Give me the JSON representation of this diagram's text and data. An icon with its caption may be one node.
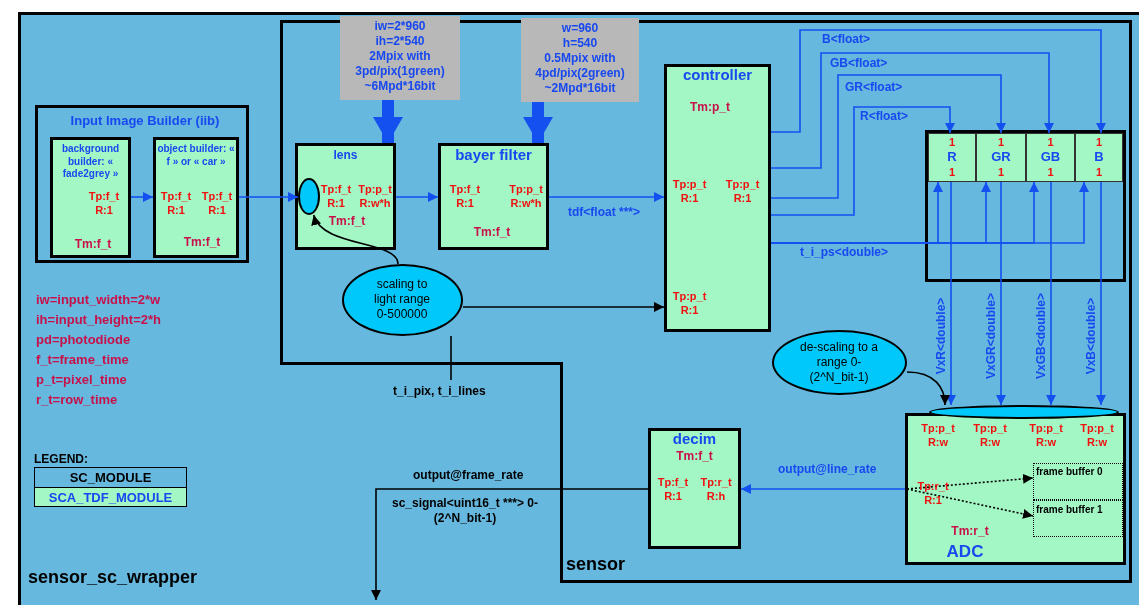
{
  "diagram": {
    "nodes": [
      {
        "text": [
          "sensor_sc_wrapper"
        ]
      },
      {
        "text": [
          "Input Image Builder (iib)"
        ],
        "in": 0
      },
      {
        "text": [
          "background builder: « fade2grey »",
          "Tp:f_t R:1",
          "Tm:f_t"
        ],
        "in": 1
      },
      {
        "text": [
          "object builder: « f » or « car »",
          "Tp:f_t R:1",
          "Tp:f_t R:1",
          "Tm:f_t"
        ],
        "in": 1
      },
      {
        "text": [
          "sensor"
        ],
        "in": 0
      },
      {
        "text": [
          "iw=2*960",
          "ih=2*540",
          "2Mpix with 3pd/pix(1green)",
          "~6Mpd*16bit"
        ],
        "in": 4
      },
      {
        "text": [
          "w=960",
          "h=540",
          "0.5Mpix with 4pd/pix(2green)",
          "~2Mpd*16bit"
        ],
        "in": 4
      },
      {
        "text": [
          "lens",
          "Tp:f_t R:1",
          "Tp:p_t R:w*h",
          "Tm:f_t"
        ],
        "in": 4
      },
      {
        "text": [],
        "shape": "circle",
        "in": 7
      },
      {
        "text": [
          "bayer filter",
          "Tp:f_t R:1",
          "Tp:p_t R:w*h",
          "Tm:f_t"
        ],
        "in": 4
      },
      {
        "text": [
          "controller",
          "Tm:p_t",
          "Tp:p_t R:1",
          "Tp:p_t R:1",
          "Tp:p_t R:1"
        ],
        "in": 4
      },
      {
        "text": [
          "scaling to light range 0-500000"
        ],
        "in": 4
      },
      {
        "text": [],
        "shape": "box",
        "in": 4
      },
      {
        "text": [
          "1",
          "R",
          "1"
        ],
        "in": 12
      },
      {
        "text": [
          "1",
          "GR",
          "1"
        ],
        "in": 12
      },
      {
        "text": [
          "1",
          "GB",
          "1"
        ],
        "in": 12
      },
      {
        "text": [
          "1",
          "B",
          "1"
        ],
        "in": 12
      },
      {
        "text": [
          "de-scaling to a range 0-(2^N_bit-1)"
        ],
        "in": 4
      },
      {
        "text": [
          "Tp:p_t R:w",
          "Tp:p_t R:w",
          "Tp:p_t R:w",
          "Tp:p_t R:w",
          "Tp:r_t R:1",
          "Tm:r_t",
          "ADC"
        ],
        "in": 4
      },
      {
        "text": [],
        "shape": "circle",
        "in": 4
      },
      {
        "text": [
          "frame buffer 0"
        ],
        "in": 18
      },
      {
        "text": [
          "frame buffer 1"
        ],
        "in": 18
      },
      {
        "text": [
          "decim",
          "Tm:f_t",
          "Tp:f_t R:1",
          "Tp:r_t R:h"
        ],
        "in": 4
      }
    ],
    "edges": [
      {
        "from": 2,
        "to": 3,
        "arrow": "to"
      },
      {
        "from": 3,
        "to": 8,
        "arrow": "to"
      },
      {
        "from": 7,
        "to": 9,
        "arrow": "to"
      },
      {
        "from": 9,
        "to": 10,
        "arrow": "to",
        "label": "tdf<float ***>"
      },
      {
        "from": 11,
        "to": 8,
        "arrow": "to",
        "color": "#000000"
      },
      {
        "from": 11,
        "to": 10,
        "arrow": "to",
        "color": "#000000"
      },
      {
        "from": 11,
        "to": null,
        "arrow": "none",
        "label": "t_i_pix, t_i_lines",
        "color": "#000000"
      },
      {
        "from": 10,
        "to": 16,
        "arrow": "to",
        "label": "B<float>"
      },
      {
        "from": 10,
        "to": 15,
        "arrow": "to",
        "label": "GB<float>"
      },
      {
        "from": 10,
        "to": 14,
        "arrow": "to",
        "label": "GR<float>"
      },
      {
        "from": 10,
        "to": 13,
        "arrow": "to",
        "label": "R<float>"
      },
      {
        "from": 10,
        "to": 13,
        "arrow": "to",
        "label": "t_i_ps<double>"
      },
      {
        "from": 10,
        "to": 14,
        "arrow": "to"
      },
      {
        "from": 10,
        "to": 15,
        "arrow": "to"
      },
      {
        "from": 10,
        "to": 16,
        "arrow": "to"
      },
      {
        "from": 13,
        "to": 19,
        "arrow": "to",
        "label": "VxR<double>"
      },
      {
        "from": 14,
        "to": 19,
        "arrow": "to",
        "label": "VxGR<double>"
      },
      {
        "from": 15,
        "to": 19,
        "arrow": "to",
        "label": "VxGB<double>"
      },
      {
        "from": 16,
        "to": 19,
        "arrow": "to",
        "label": "VxB<double>"
      },
      {
        "from": 17,
        "to": 19,
        "arrow": "to",
        "color": "#000000"
      },
      {
        "from": 18,
        "to": 22,
        "arrow": "to",
        "label": "output@line_rate"
      },
      {
        "from": 22,
        "to": null,
        "arrow": "to",
        "label": "output@frame_rate",
        "color": "#000000"
      },
      {
        "from": null,
        "to": 20,
        "arrow": "to",
        "style": "dashed",
        "color": "#000000"
      },
      {
        "from": null,
        "to": 21,
        "arrow": "to",
        "style": "dashed",
        "color": "#000000"
      },
      {
        "from": 5,
        "to": 7,
        "arrow": "to",
        "style": "thick"
      },
      {
        "from": 6,
        "to": 9,
        "arrow": "to",
        "style": "thick"
      }
    ],
    "labels": [
      "iw=input_width=2*w",
      "ih=input_height=2*h",
      "pd=photodiode",
      "f_t=frame_time",
      "p_t=pixel_time",
      "r_t=row_time",
      "LEGEND:",
      "sc_signal<uint16_t ***> 0-(2^N_bit-1)"
    ],
    "legend": [
      {
        "text": "SC_MODULE",
        "color": "#66b8de"
      },
      {
        "text": "SCA_TDF_MODULE",
        "color": "#a3f7c4"
      }
    ]
  }
}
